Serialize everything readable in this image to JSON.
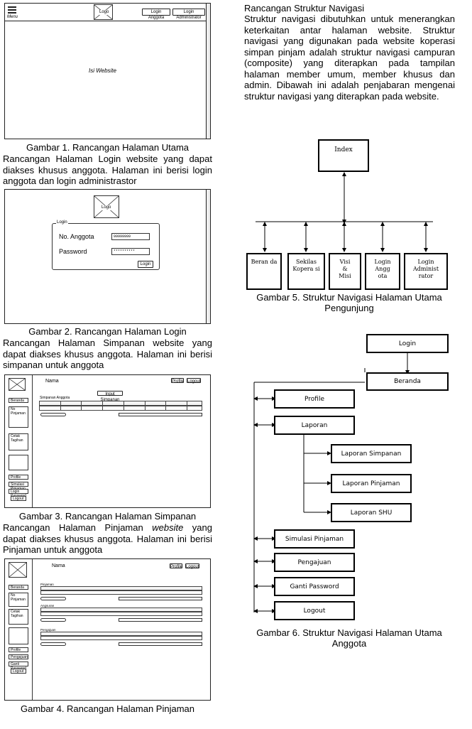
{
  "left": {
    "fig1": {
      "menu_label": "Menu",
      "logo": "Logo",
      "btn_login_anggota": "Login Anggota",
      "btn_login_admin": "Login Administrator",
      "content": "Isi Website",
      "caption": "Gambar 1. Rancangan Halaman Utama"
    },
    "para1": "Rancangan Halaman Login website yang dapat diakses khusus anggota. Halaman ini berisi login anggota dan login administrastor",
    "fig2": {
      "logo": "Logo",
      "group": "Login",
      "label_no": "No. Anggota",
      "label_pw": "Password",
      "value_no": "99999999",
      "value_pw": "**********",
      "btn": "Login",
      "caption": "Gambar 2. Rancangan Halaman Login"
    },
    "para2": "Rancangan Halaman Simpanan website yang dapat diakses khusus anggota. Halaman ini berisi simpanan untuk anggota",
    "fig3": {
      "title": "Nama",
      "btn_profile": "Profile",
      "btn_logout": "Logout",
      "section": "Simpanan Anggota",
      "btn_input": "Input Simpanan",
      "sidebar": [
        "Beranda",
        "No Pinjaman",
        "Cetak Tagihan",
        "Profile",
        "Simulasi Pinjaman",
        "Login Password",
        "Logout"
      ],
      "caption": "Gambar 3. Rancangan Halaman Simpanan"
    },
    "para3_a": "Rancangan Halaman Pinjaman ",
    "para3_em": "website",
    "para3_b": " yang dapat diakses khusus anggota. Halaman ini berisi Pinjaman untuk anggota",
    "fig4": {
      "title": "Nama",
      "btn_profile": "Profile",
      "btn_logout": "Logout",
      "sections": [
        "Pinjaman",
        "Angsuran",
        "Pengajuan"
      ],
      "sidebar": [
        "Beranda",
        "No Pinjaman",
        "Cetak Tagihan",
        "Profile",
        "Pengajuan",
        "Ganti Password",
        "Logout"
      ],
      "caption": "Gambar 4. Rancangan Halaman Pinjaman"
    }
  },
  "right": {
    "heading": "Rancangan Struktur Navigasi",
    "para": "Struktur navigasi dibutuhkan untuk menerangkan keterkaitan antar halaman website. Struktur navigasi yang digunakan pada website koperasi simpan pinjam adalah struktur navigasi campuran (composite) yang diterapkan pada tampilan halaman member umum, member khusus dan admin. Dibawah ini adalah penjabaran mengenai struktur navigasi yang diterapkan pada website.",
    "fig5": {
      "root": "Index",
      "children": [
        "Beran da",
        "Sekilas Kopera si",
        "Visi & Misi",
        "Login Angg ota",
        "Login Administ rator"
      ],
      "caption": "Gambar 5. Struktur Navigasi Halaman Utama Pengunjung"
    },
    "fig6": {
      "login": "Login",
      "beranda": "Beranda",
      "items": [
        "Profile",
        "Laporan",
        "Simulasi Pinjaman",
        "Pengajuan",
        "Ganti Password",
        "Logout"
      ],
      "laporan_sub": [
        "Laporan Simpanan",
        "Laporan Pinjaman",
        "Laporan SHU"
      ],
      "caption": "Gambar 6. Struktur Navigasi Halaman Utama Anggota"
    }
  }
}
